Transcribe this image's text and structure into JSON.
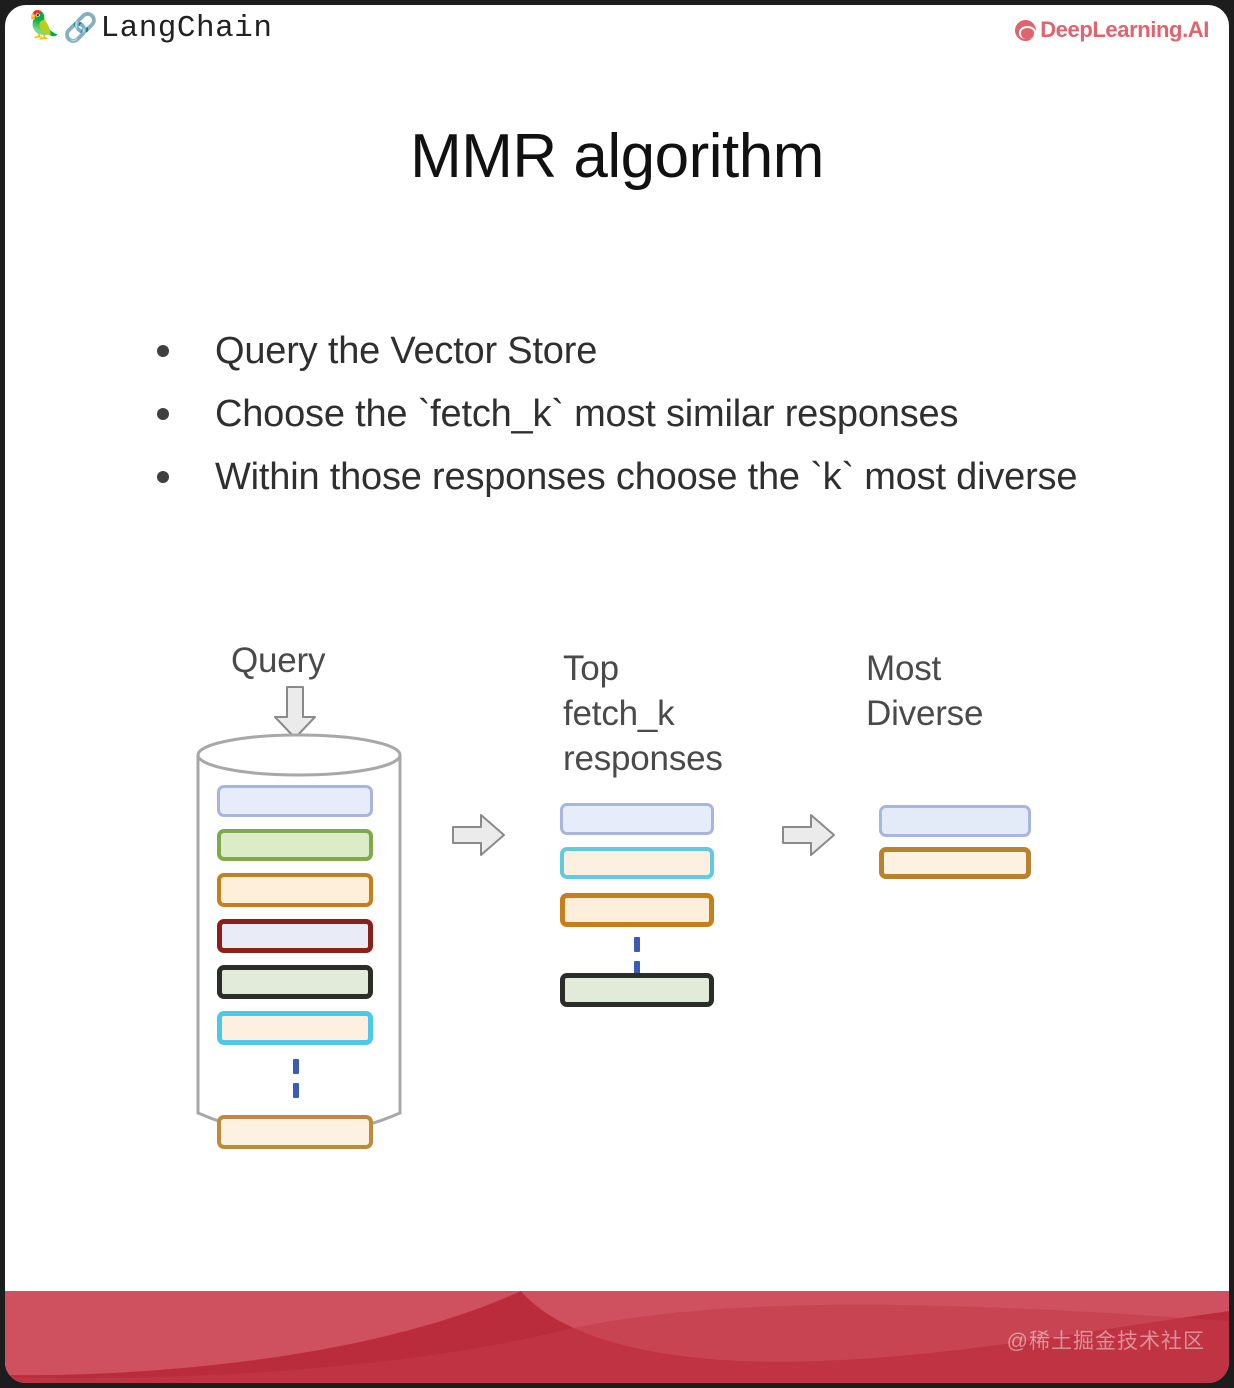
{
  "header": {
    "brand_left": "LangChain",
    "brand_left_emoji": "🦜",
    "brand_left_link": "🔗",
    "brand_right": "DeepLearning.AI",
    "brand_right_color": "#e0636e"
  },
  "title": "MMR algorithm",
  "bullets": [
    "Query the Vector Store",
    "Choose the `fetch_k` most similar responses",
    "Within those responses choose the `k` most diverse"
  ],
  "diagram": {
    "columns": [
      {
        "label": "Query"
      },
      {
        "label": "Top\nfetch_k\nresponses"
      },
      {
        "label": "Most\nDiverse"
      }
    ],
    "vector_store_bars": [
      {
        "name": "bar-blue",
        "fill": "#e6ecfa",
        "border": "#a8b6dd",
        "border_width": 3
      },
      {
        "name": "bar-green",
        "fill": "#dcecc6",
        "border": "#80a84c",
        "border_width": 4
      },
      {
        "name": "bar-orange",
        "fill": "#fdefd9",
        "border": "#c57f1c",
        "border_width": 4
      },
      {
        "name": "bar-darkred",
        "fill": "#e9ebf7",
        "border": "#8b2018",
        "border_width": 5
      },
      {
        "name": "bar-black",
        "fill": "#e2eada",
        "border": "#2b2e28",
        "border_width": 5
      },
      {
        "name": "bar-cyan",
        "fill": "#fdf0e0",
        "border": "#4ec8e8",
        "border_width": 5
      },
      {
        "name": "bar-tan",
        "fill": "#fdf2e2",
        "border": "#c08a3e",
        "border_width": 4
      }
    ],
    "fetch_k_bars": [
      {
        "name": "bar-blue",
        "fill": "#e6ecfa",
        "border": "#a8b6dd",
        "border_width": 3
      },
      {
        "name": "bar-cyan",
        "fill": "#fdf0e0",
        "border": "#5fcbdc",
        "border_width": 4
      },
      {
        "name": "bar-orange",
        "fill": "#fdefd9",
        "border": "#c57f1c",
        "border_width": 5
      },
      {
        "name": "bar-black",
        "fill": "#e2eada",
        "border": "#2b2e28",
        "border_width": 5
      }
    ],
    "most_diverse_bars": [
      {
        "name": "bar-blue",
        "fill": "#e3eaf8",
        "border": "#a8b6dd",
        "border_width": 3
      },
      {
        "name": "bar-orange",
        "fill": "#fdf2e2",
        "border": "#b8822f",
        "border_width": 5
      }
    ],
    "separator_dots": 2,
    "separator_color": "#3b5bb5",
    "arrow_fill": "#ebebeb",
    "arrow_border": "#8a8a8a",
    "cylinder_stroke": "#a8a8a8"
  },
  "footer": {
    "watermark": "@稀土掘金技术社区",
    "base_color": "#cf5160",
    "wave_color": "#b8293a"
  }
}
